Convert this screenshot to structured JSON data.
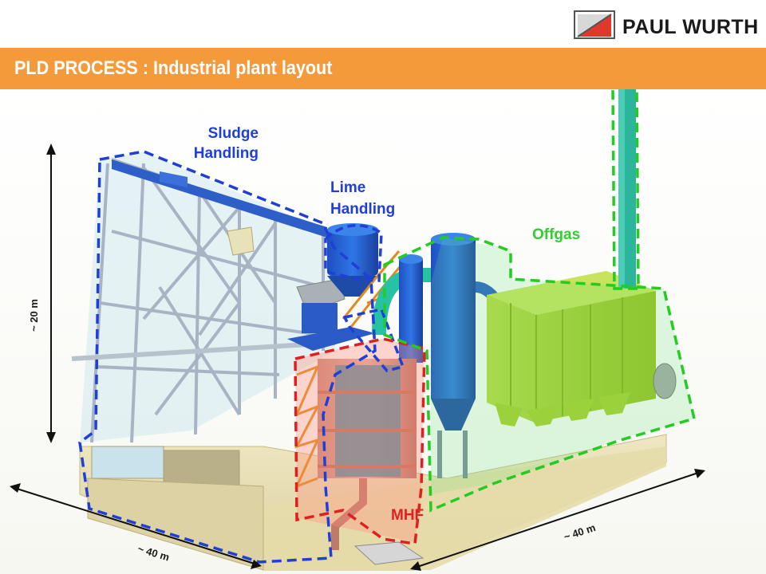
{
  "header": {
    "brand": "PAUL WURTH",
    "title": "PLD PROCESS : Industrial plant layout"
  },
  "labels": {
    "sludge_handling": [
      "Sludge",
      "Handling"
    ],
    "lime_handling": [
      "Lime",
      "Handling"
    ],
    "offgas": "Offgas",
    "mhf": "MHF"
  },
  "dimensions": {
    "height": "~ 20 m",
    "width_left": "~ 40 m",
    "width_right": "~ 40 m"
  },
  "colors": {
    "title_bar": "#f59a3a",
    "sludge_outline": "#1f3fd8",
    "lime_outline": "#1f3fd8",
    "offgas_outline": "#22cc22",
    "mhf_outline": "#e02020",
    "label_blue": "#1f3fd8",
    "label_green": "#33cc33",
    "label_red": "#e02020"
  }
}
